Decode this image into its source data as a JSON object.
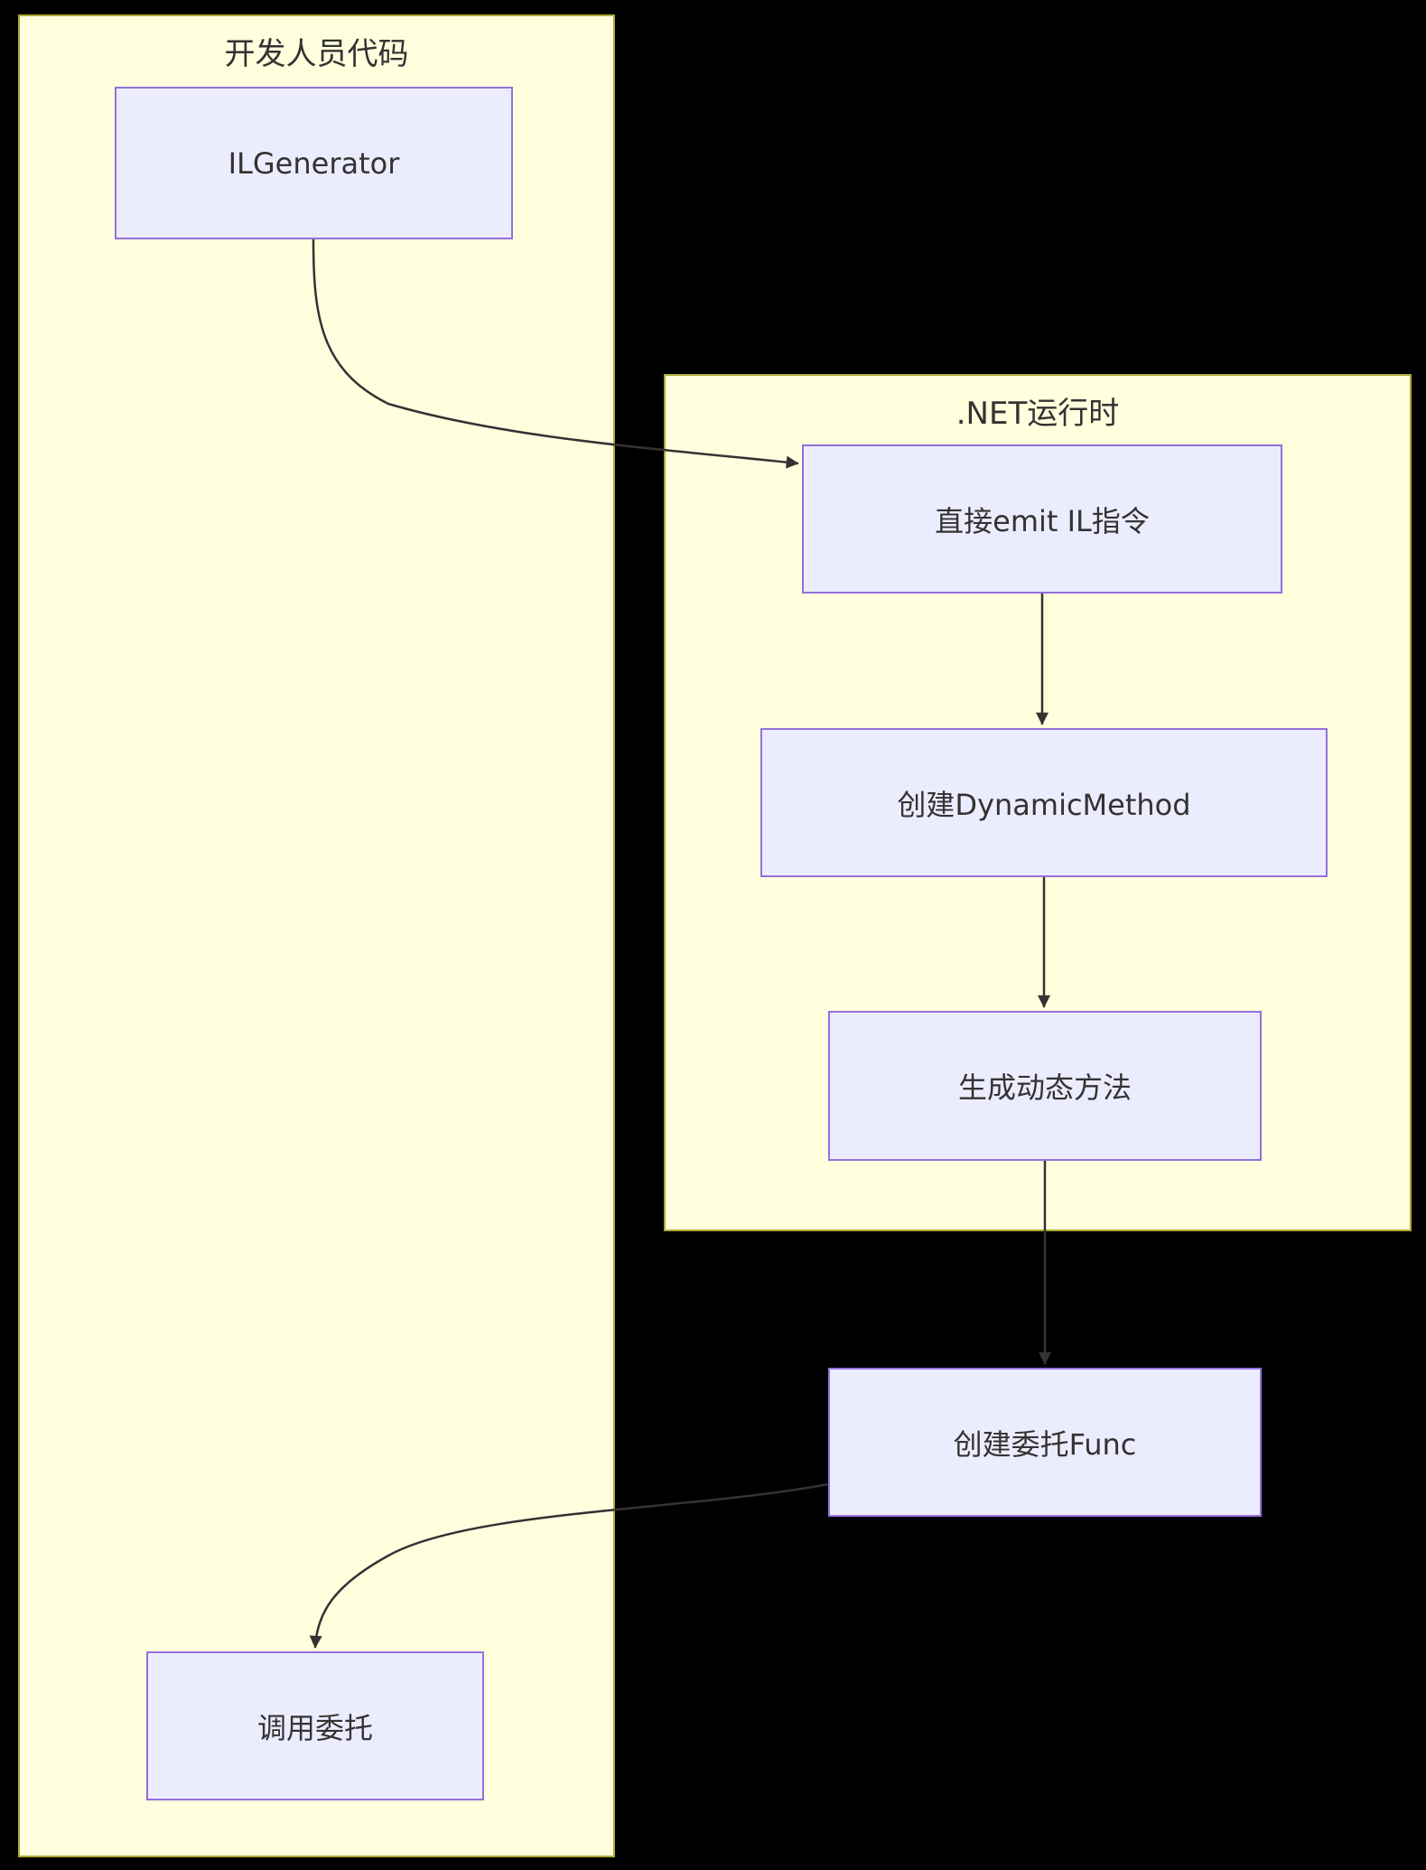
{
  "diagram": {
    "containers": [
      {
        "label": "开发人员代码"
      },
      {
        "label": ".NET运行时"
      }
    ],
    "nodes": [
      {
        "label": "ILGenerator"
      },
      {
        "label": "直接emit IL指令"
      },
      {
        "label": "创建DynamicMethod"
      },
      {
        "label": "生成动态方法"
      },
      {
        "label": "创建委托Func"
      },
      {
        "label": "调用委托"
      }
    ],
    "edges": [
      {
        "from": "ILGenerator",
        "to": "直接emit IL指令"
      },
      {
        "from": "直接emit IL指令",
        "to": "创建DynamicMethod"
      },
      {
        "from": "创建DynamicMethod",
        "to": "生成动态方法"
      },
      {
        "from": "生成动态方法",
        "to": "创建委托Func"
      },
      {
        "from": "创建委托Func",
        "to": "调用委托"
      }
    ],
    "colors": {
      "background": "#000000",
      "container_fill": "#ffffde",
      "container_border": "#aaaa33",
      "node_fill": "#ececff",
      "node_border": "#9370db",
      "arrow": "#333333",
      "text": "#333333"
    }
  }
}
